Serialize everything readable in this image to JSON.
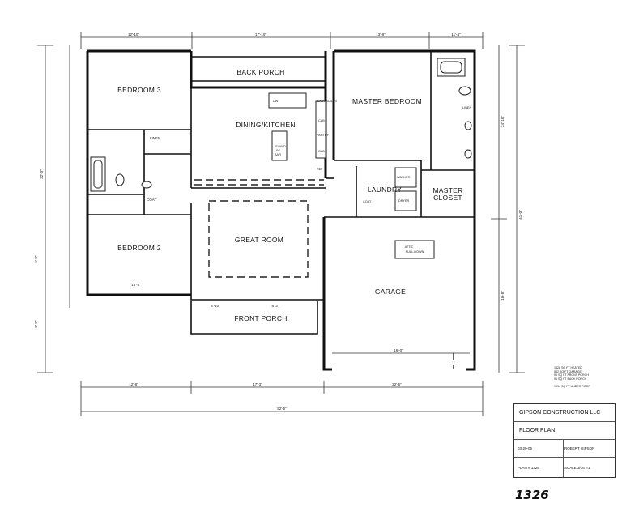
{
  "rooms": {
    "bedroom3": "BEDROOM 3",
    "back_porch": "BACK PORCH",
    "dining_kitchen": "DINING/KITCHEN",
    "master_bedroom": "MASTER BEDROOM",
    "bedroom2": "BEDROOM 2",
    "great_room": "GREAT ROOM",
    "laundry": "LAUNDRY",
    "master_closet_1": "MASTER",
    "master_closet_2": "CLOSET",
    "garage": "GARAGE",
    "front_porch": "FRONT PORCH"
  },
  "fixtures": {
    "linen_left": "LINEN",
    "coat_left": "COAT",
    "dw": "DW",
    "lazy_susan": "LAZY SUSAN",
    "cab1": "CAB",
    "pantry": "PANTRY",
    "cab2": "CAB",
    "ref": "REF",
    "island_1": "ISLAND",
    "island_2": "W/",
    "island_3": "BAR",
    "washer": "WASHER",
    "dryer": "DRYER",
    "coat_laundry": "COAT",
    "linen_master": "LINEN",
    "attic_1": "ATTIC",
    "attic_2": "PULL-DOWN"
  },
  "dimensions": {
    "top_left": "12'-10\"",
    "top_mid": "17'-10\"",
    "top_right_a": "13'-8\"",
    "top_right_b": "11'-4\"",
    "garage_door": "16'-0\"",
    "bottom_left": "12'-8\"",
    "bottom_mid": "17'-3\"",
    "bottom_right": "22'-5\"",
    "overall": "52'-5\"",
    "left_overall": "32'-0\"",
    "right_overall": "41'-0\"",
    "right_upper": "24'-10\"",
    "right_lower": "16'-8\"",
    "porch_a": "8'-10\"",
    "porch_b": "8'-3\"",
    "bed2_width": "13'-8\"",
    "porch_depth": "5'-0\"",
    "left_lower": "8'-0\""
  },
  "notes": [
    "1328 SQ FT HEATED",
    "542 SQ FT GARAGE",
    "96 SQ FT FRONT PORCH",
    "96 SQ FT BACK PORCH",
    "",
    "1994 SQ FT UNDER ROOF"
  ],
  "title_block": {
    "company": "GIPSON CONSTRUCTION LLC",
    "drawing": "FLOOR PLAN",
    "date": "03-29-05",
    "drawn_by": "ROBERT GIPSON",
    "plan": "PLAN # 1328",
    "scale": "SCALE 3/16\"=1'"
  },
  "handwritten": "1326"
}
